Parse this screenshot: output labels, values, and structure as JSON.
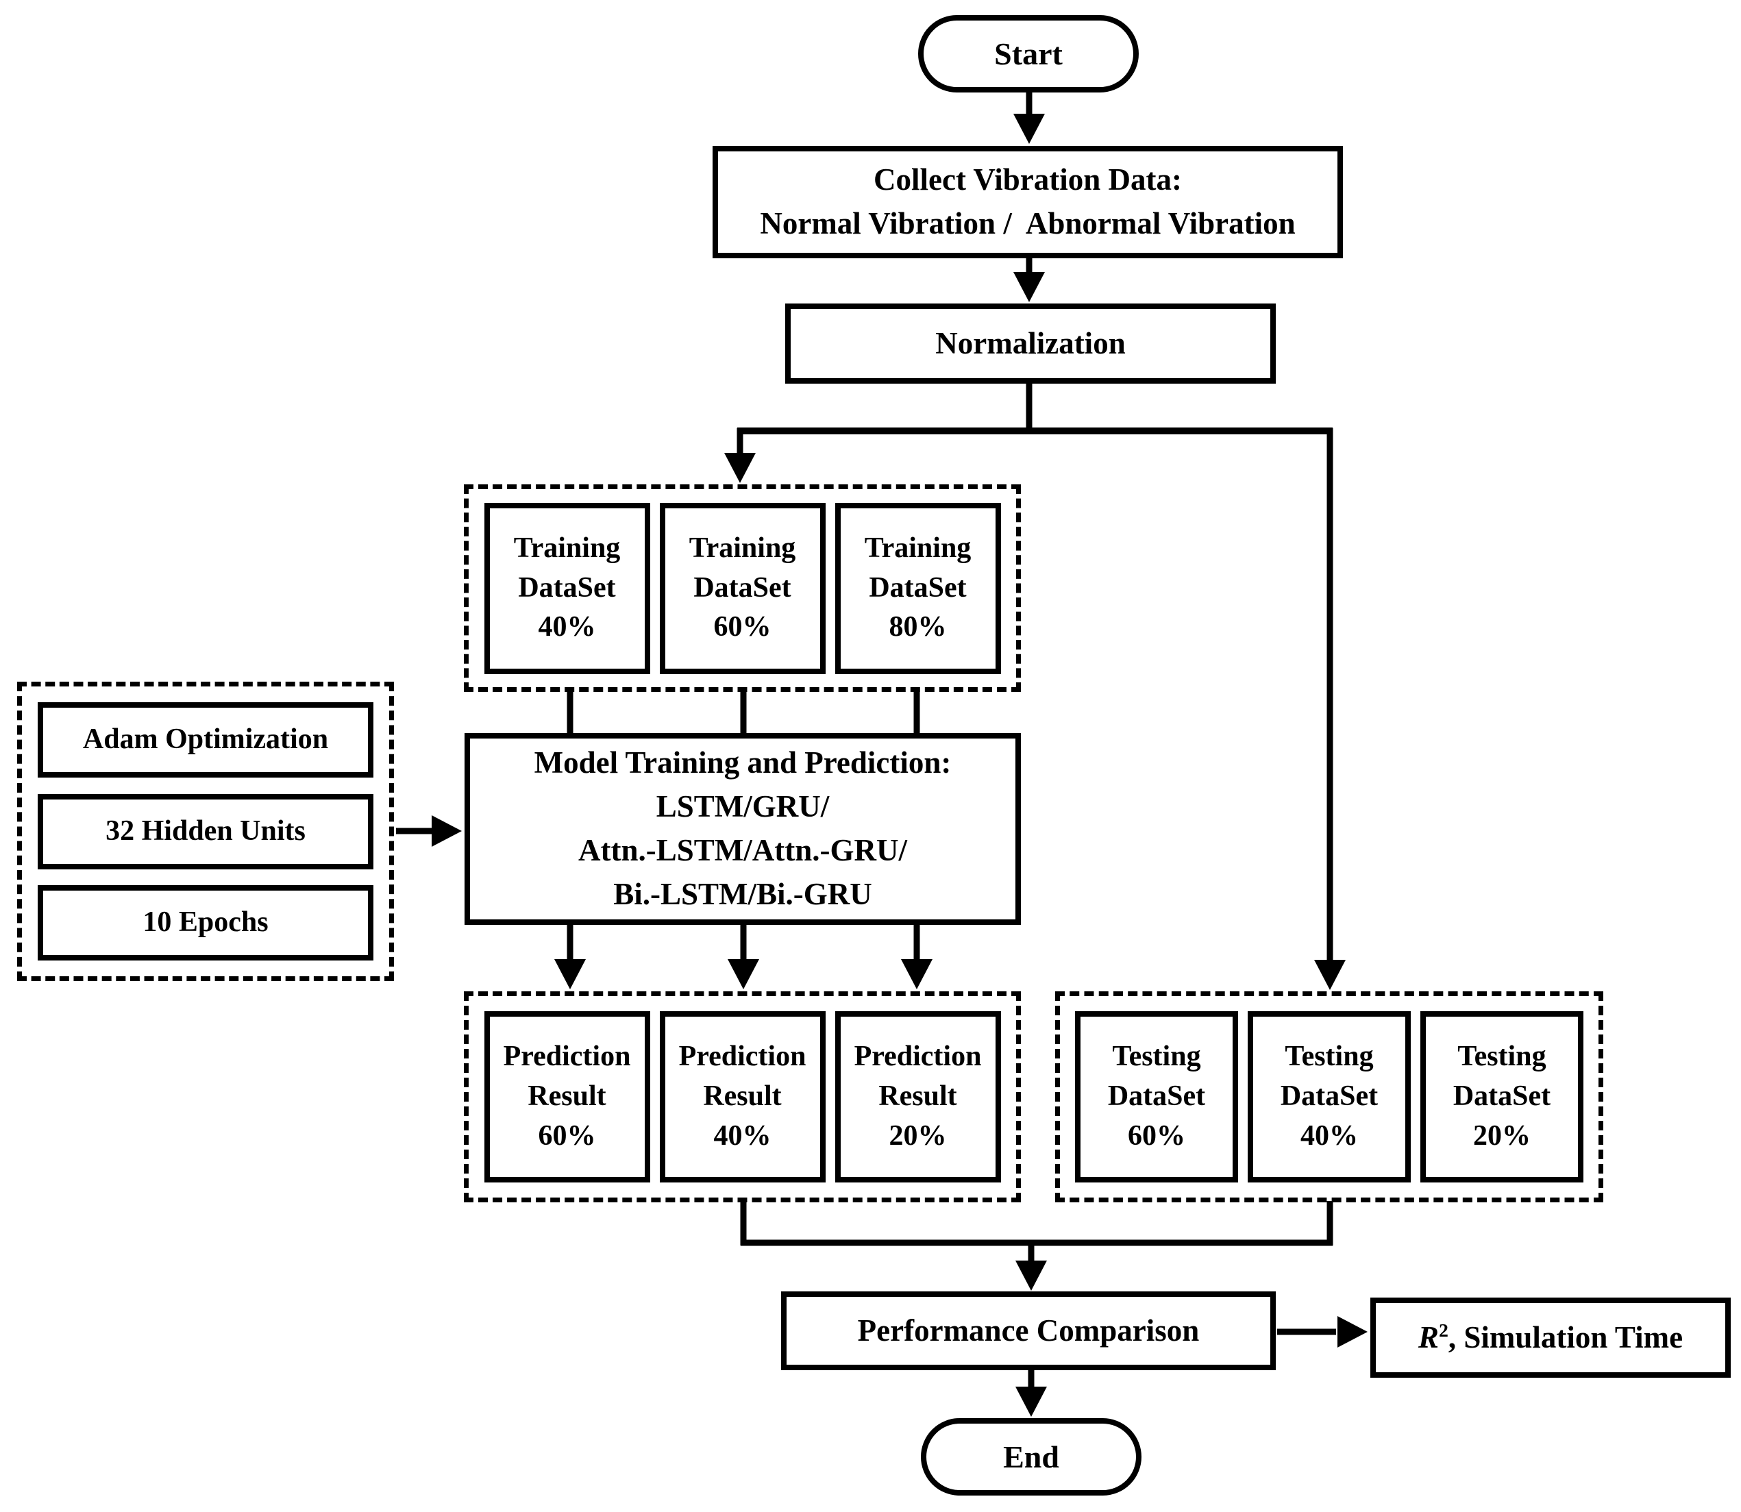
{
  "flow": {
    "start_label": "Start",
    "collect": {
      "line1": "Collect Vibration Data:",
      "line2": "Normal Vibration /  Abnormal Vibration"
    },
    "normalization_label": "Normalization",
    "training_boxes": [
      {
        "line1": "Training",
        "line2": "DataSet",
        "line3": "40%"
      },
      {
        "line1": "Training",
        "line2": "DataSet",
        "line3": "60%"
      },
      {
        "line1": "Training",
        "line2": "DataSet",
        "line3": "80%"
      }
    ],
    "hyperparameters": [
      {
        "label": "Adam Optimization"
      },
      {
        "label": "32 Hidden Units"
      },
      {
        "label": "10 Epochs"
      }
    ],
    "model": {
      "line1": "Model Training and Prediction:",
      "line2": "LSTM/GRU/",
      "line3": "Attn.-LSTM/Attn.-GRU/",
      "line4": "Bi.-LSTM/Bi.-GRU"
    },
    "prediction_boxes": [
      {
        "line1": "Prediction",
        "line2": "Result",
        "line3": "60%"
      },
      {
        "line1": "Prediction",
        "line2": "Result",
        "line3": "40%"
      },
      {
        "line1": "Prediction",
        "line2": "Result",
        "line3": "20%"
      }
    ],
    "testing_boxes": [
      {
        "line1": "Testing",
        "line2": "DataSet",
        "line3": "60%"
      },
      {
        "line1": "Testing",
        "line2": "DataSet",
        "line3": "40%"
      },
      {
        "line1": "Testing",
        "line2": "DataSet",
        "line3": "20%"
      }
    ],
    "performance_label": "Performance Comparison",
    "metrics": {
      "r": "R",
      "exp": "2",
      "suffix": ", Simulation Time"
    },
    "end_label": "End",
    "colors": {
      "ink": "#000000",
      "paper": "#ffffff"
    }
  }
}
